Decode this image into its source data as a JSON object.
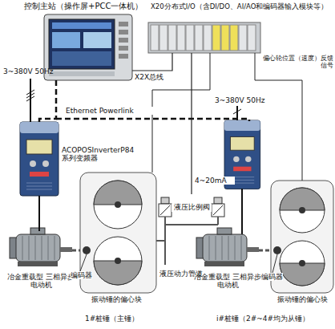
{
  "diagram": {
    "nodes": [
      {
        "text": [
          "控制主站（操作屏+PCC一体机）"
        ]
      },
      {
        "text": [
          "X20分布式I/O（含DI/DO、AI/AO和编码器输入模块等）"
        ]
      },
      {
        "text": [
          "ACOPOSInverterP84 系列变频器"
        ]
      },
      {
        "text": [
          "液压比例阀"
        ]
      },
      {
        "text": [
          "冶金重载型 三相异步电动机"
        ]
      },
      {
        "text": [
          "冶金重载型 三相异步电动机"
        ]
      },
      {
        "text": [
          "振动锤的偏心块",
          "1#桩锤（主锤）"
        ]
      },
      {
        "text": [
          "振动锤的偏心块",
          "i#桩锤（2#~4#均为从锤）"
        ]
      }
    ],
    "edges": [
      {
        "from": 0,
        "to": 1,
        "arrow": "none",
        "label": "X2X总线"
      },
      {
        "from": 0,
        "to": 2,
        "arrow": "none",
        "label": "Ethernet Powerlink"
      },
      {
        "from": 1,
        "to": 3,
        "arrow": "none",
        "label": "4~20mA"
      },
      {
        "from": 2,
        "to": 4,
        "arrow": "none"
      },
      {
        "from": 4,
        "to": 6,
        "arrow": "none"
      },
      {
        "from": 5,
        "to": 7,
        "arrow": "none"
      },
      {
        "from": 6,
        "to": 1,
        "arrow": "none",
        "label": "偏心轮位置（速度）反馈信号"
      },
      {
        "from": 7,
        "to": 1,
        "arrow": "none"
      }
    ],
    "labels": [
      "3~380V 50Hz",
      "3~380V 50Hz",
      "编码器",
      "编码器",
      "液压动力管道"
    ]
  }
}
